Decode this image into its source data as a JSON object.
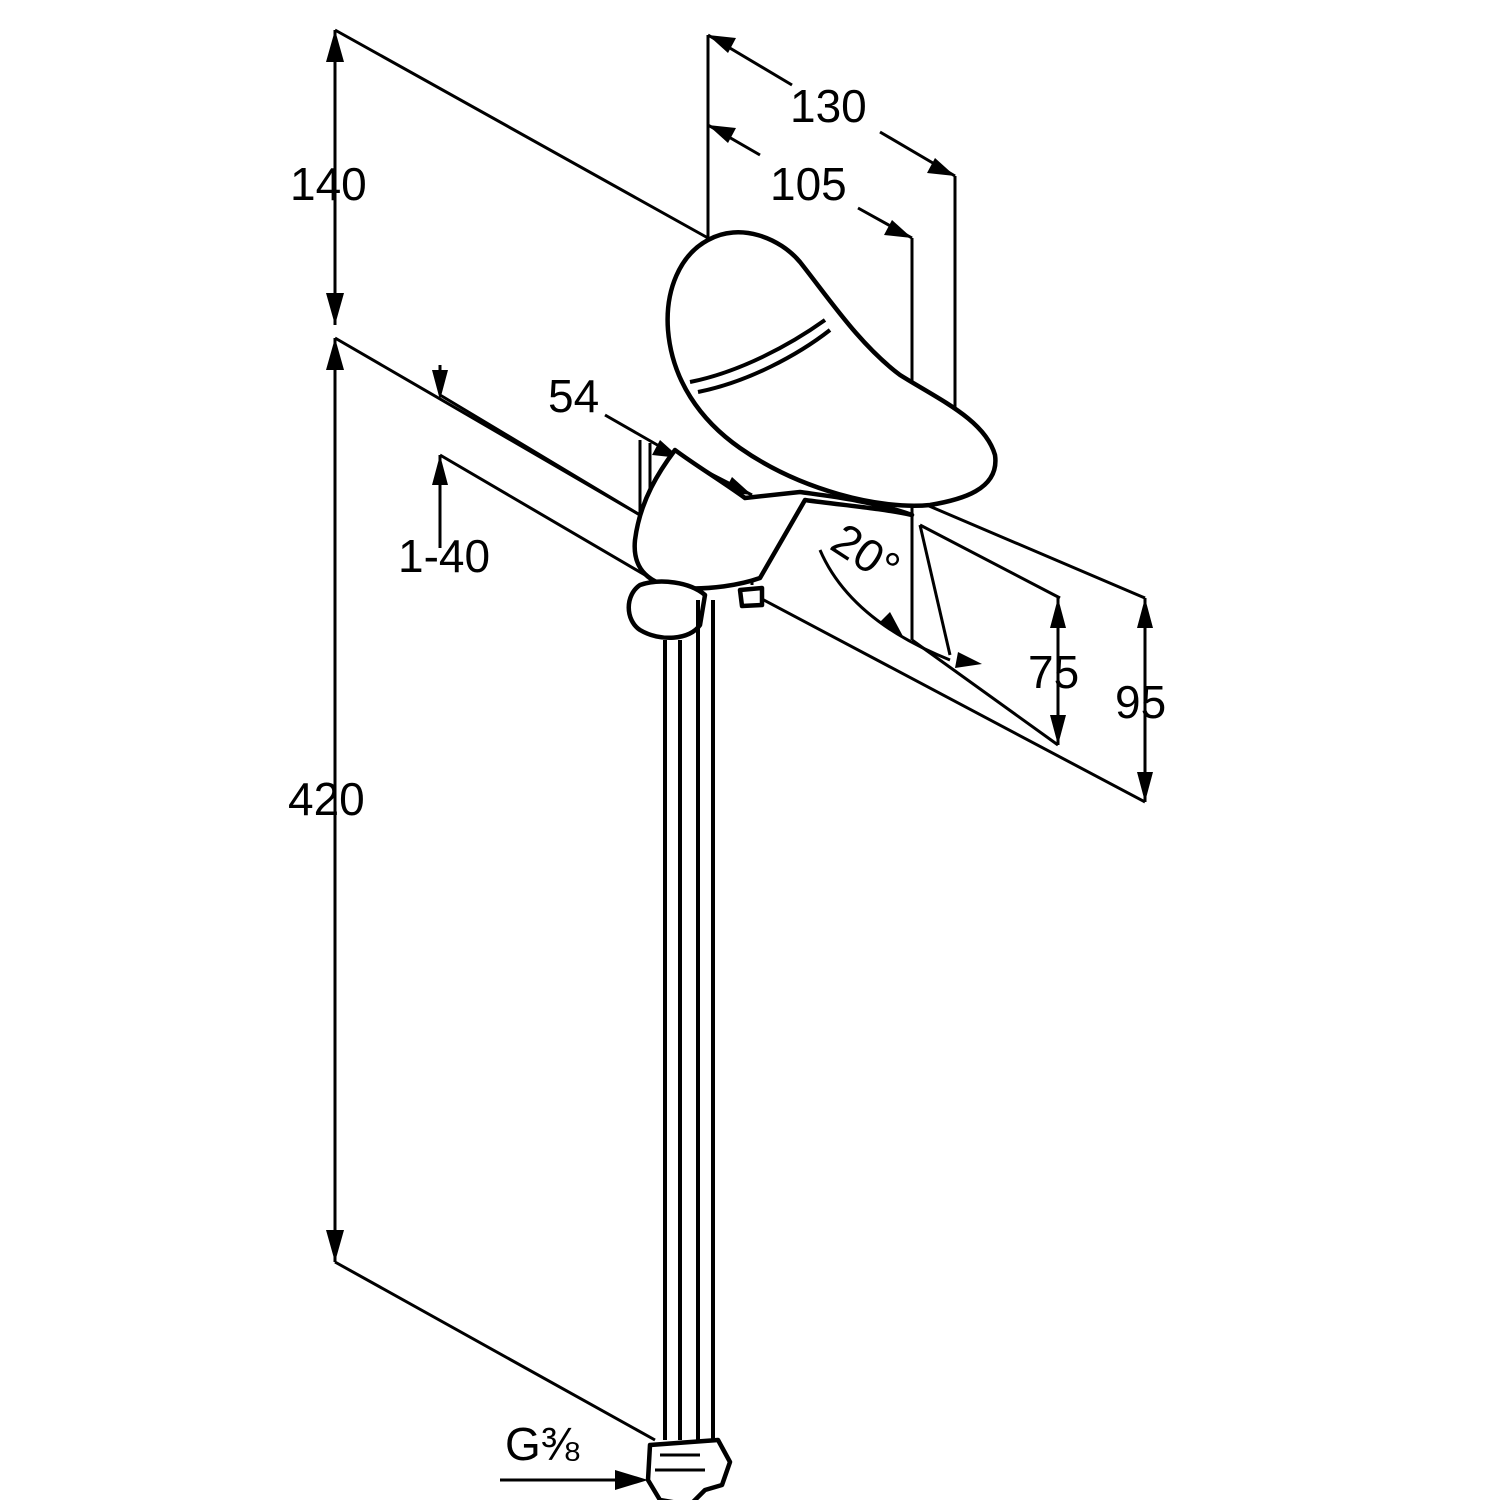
{
  "dimensions": {
    "height_upper": "140",
    "height_lower": "420",
    "reach_130": "130",
    "reach_105": "105",
    "body_54": "54",
    "thickness": "1-40",
    "angle": "20°",
    "spout_75": "75",
    "spout_95": "95",
    "thread": "G⅜"
  },
  "icons": [
    "arrow-icon"
  ]
}
